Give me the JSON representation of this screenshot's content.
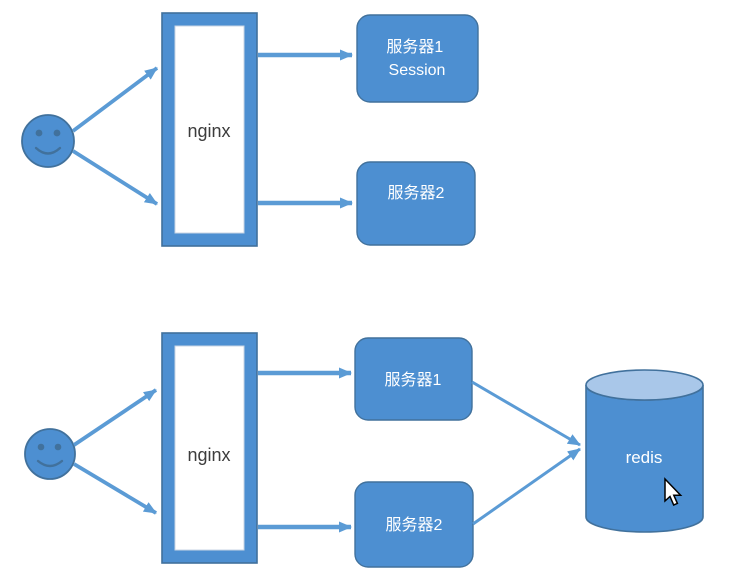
{
  "colors": {
    "background": "#ffffff",
    "shape_fill": "#4d8fd1",
    "shape_stroke": "#41719c",
    "arrow": "#5b9bd5",
    "cylinder_top_fill": "#a9c7e9",
    "inner_box_fill": "#ffffff",
    "inner_box_border": "#c9d6e4",
    "text_light": "#ffffff",
    "text_dark": "#3c3c3c",
    "cursor_fill": "#ffffff",
    "cursor_outline": "#000000"
  },
  "top_diagram": {
    "client_icon": "smiley-face",
    "nginx_label": "nginx",
    "server1_label_line1": "服务器1",
    "server1_label_line2": "Session",
    "server2_label": "服务器2"
  },
  "bottom_diagram": {
    "client_icon": "smiley-face",
    "nginx_label": "nginx",
    "server1_label": "服务器1",
    "server2_label": "服务器2",
    "redis_label": "redis",
    "cursor_icon": "mouse-pointer"
  }
}
